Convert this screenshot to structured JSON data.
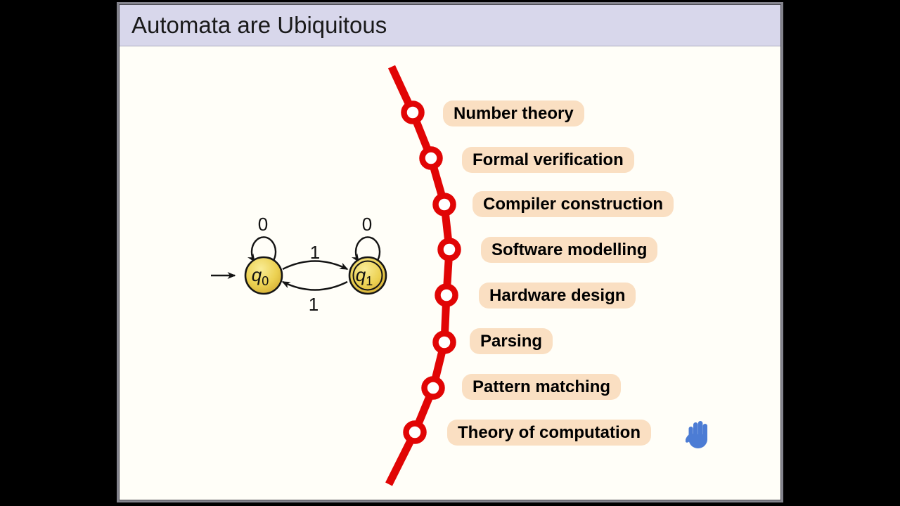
{
  "slide": {
    "title": "Automata are Ubiquitous",
    "topics": [
      {
        "label": "Number theory"
      },
      {
        "label": "Formal verification"
      },
      {
        "label": "Compiler construction"
      },
      {
        "label": "Software modelling"
      },
      {
        "label": "Hardware design"
      },
      {
        "label": "Parsing"
      },
      {
        "label": "Pattern matching"
      },
      {
        "label": "Theory of computation"
      }
    ],
    "automaton": {
      "start_state_base": "q",
      "start_state_sub": "0",
      "accept_state_base": "q",
      "accept_state_sub": "1",
      "loop_label_q0": "0",
      "loop_label_q1": "0",
      "transition_q0_q1": "1",
      "transition_q1_q0": "1"
    },
    "icons": {
      "hand_cursor": "hand-cursor-icon"
    },
    "colors": {
      "letterbox": "#000000",
      "slide_background": "#fffef8",
      "header_background": "#d8d7eb",
      "metro_line_red": "#e10505",
      "pill_background": "#fadfc2",
      "state_fill_gold": "#ecd152",
      "hand_blue": "#4c7cd4"
    }
  }
}
